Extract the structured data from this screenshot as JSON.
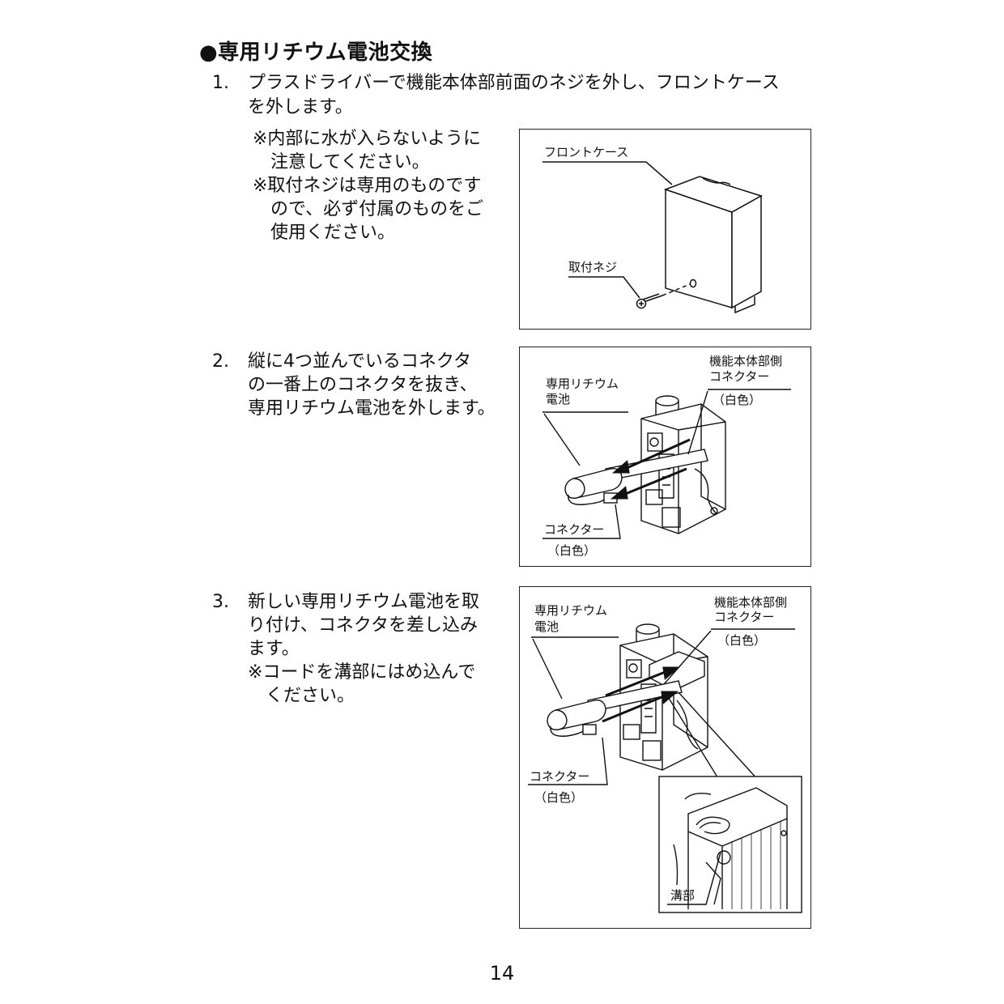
{
  "section": {
    "title": "●専用リチウム電池交換"
  },
  "steps": [
    {
      "number": "1.",
      "lines": [
        "プラスドライバーで機能本体部前面のネジを外し、フロントケース",
        "を外します。"
      ],
      "notes": [
        [
          "※内部に水が入らないように",
          "注意してください。"
        ],
        [
          "※取付ネジは専用のものです",
          "ので、必ず付属のものをご",
          "使用ください。"
        ]
      ],
      "figure": {
        "label_case": "フロントケース",
        "label_screw": "取付ネジ"
      }
    },
    {
      "number": "2.",
      "lines": [
        "縦に4つ並んでいるコネクタ",
        "の一番上のコネクタを抜き、",
        "専用リチウム電池を外します。"
      ],
      "figure": {
        "label_battery": [
          "専用リチウム",
          "電池"
        ],
        "label_unit_connector": [
          "機能本体部側",
          "コネクター",
          "（白色）"
        ],
        "label_connector": [
          "コネクター",
          "（白色）"
        ]
      }
    },
    {
      "number": "3.",
      "lines": [
        "新しい専用リチウム電池を取",
        "り付け、コネクタを差し込み",
        "ます。"
      ],
      "notes": [
        [
          "※コードを溝部にはめ込んで",
          "ください。"
        ]
      ],
      "figure": {
        "label_battery": [
          "専用リチウム",
          "電池"
        ],
        "label_unit_connector": [
          "機能本体部側",
          "コネクター",
          "（白色）"
        ],
        "label_connector": [
          "コネクター",
          "（白色）"
        ],
        "label_groove": "溝部"
      }
    }
  ],
  "page_number": "14"
}
